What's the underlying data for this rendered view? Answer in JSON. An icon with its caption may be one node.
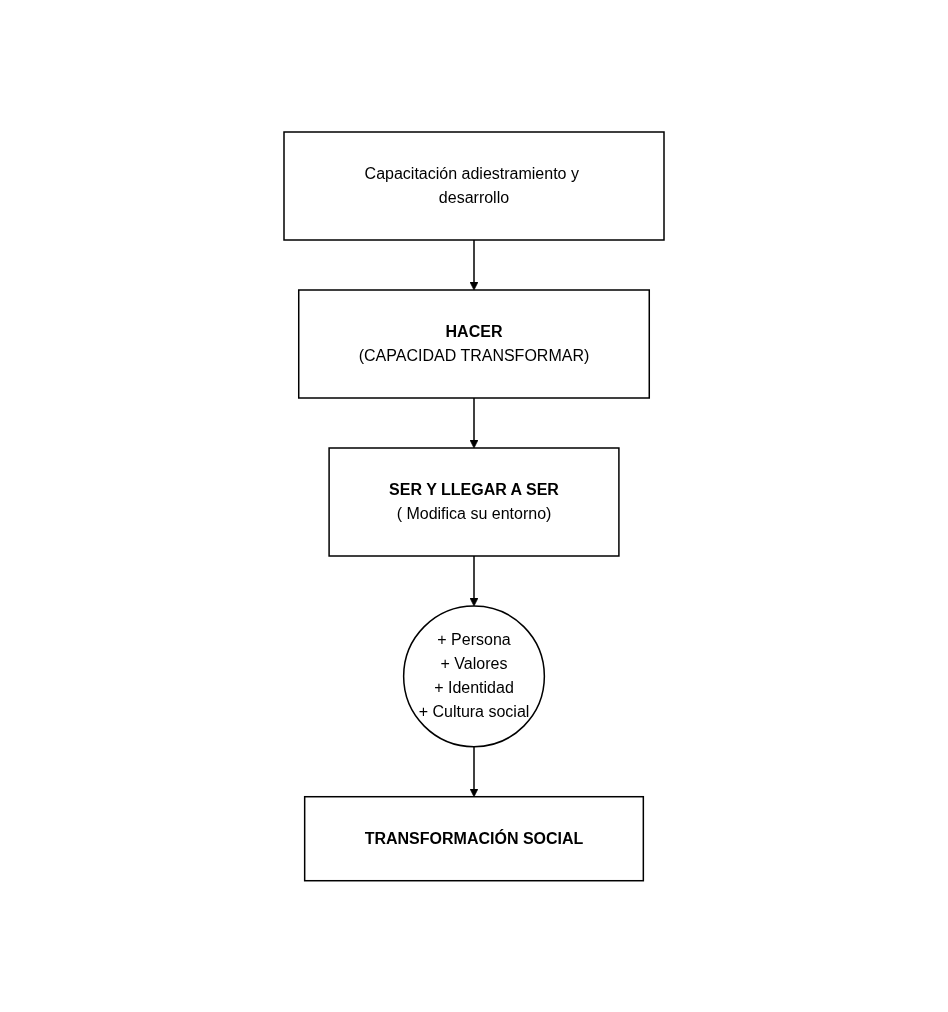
{
  "diagram": {
    "nodes": [
      {
        "text": [
          "Capacitación adiestramiento y desarrollo"
        ]
      },
      {
        "text": [
          "HACER",
          "(CAPACIDAD TRANSFORMAR)"
        ]
      },
      {
        "text": [
          "SER Y LLEGAR A SER",
          "( Modifica su entorno)"
        ]
      },
      {
        "text": [
          "+ Persona",
          "+ Valores",
          "+ Identidad",
          "+ Cultura social"
        ]
      },
      {
        "text": [
          "TRANSFORMACIÓN SOCIAL"
        ]
      }
    ],
    "edges": [
      {
        "from": 0,
        "to": 1,
        "arrow": "to"
      },
      {
        "from": 1,
        "to": 2,
        "arrow": "to"
      },
      {
        "from": 2,
        "to": 3,
        "arrow": "to"
      },
      {
        "from": 3,
        "to": 4,
        "arrow": "to"
      }
    ]
  }
}
